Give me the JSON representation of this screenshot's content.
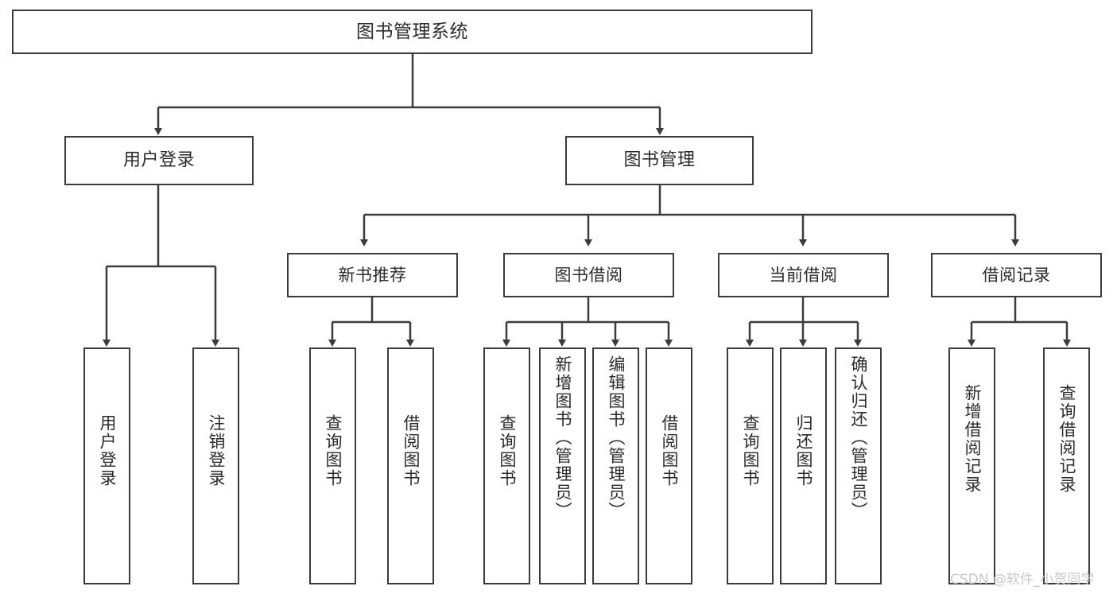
{
  "diagram": {
    "title_node": {
      "label": "图书管理系统"
    },
    "level2": [
      {
        "label": "用户登录"
      },
      {
        "label": "图书管理"
      }
    ],
    "level3": [
      {
        "label": "新书推荐"
      },
      {
        "label": "图书借阅"
      },
      {
        "label": "当前借阅"
      },
      {
        "label": "借阅记录"
      }
    ],
    "leaves": {
      "user_login": [
        {
          "label": "用户登录"
        },
        {
          "label": "注销登录"
        }
      ],
      "new_book_recommend": [
        {
          "label": "查询图书"
        },
        {
          "label": "借阅图书"
        }
      ],
      "book_borrow": [
        {
          "label": "查询图书"
        },
        {
          "label": "新增图书（管理员）"
        },
        {
          "label": "编辑图书（管理员）"
        },
        {
          "label": "借阅图书"
        }
      ],
      "current_borrow": [
        {
          "label": "查询图书"
        },
        {
          "label": "归还图书"
        },
        {
          "label": "确认归还（管理员）"
        }
      ],
      "borrow_record": [
        {
          "label": "新增借阅记录"
        },
        {
          "label": "查询借阅记录"
        }
      ]
    }
  },
  "watermark": {
    "text": "CSDN @软件_小贺同学"
  },
  "colors": {
    "stroke": "#3b3b3b",
    "background": "#ffffff",
    "text": "#2b2b2b",
    "watermark": "#c9c9c9"
  }
}
